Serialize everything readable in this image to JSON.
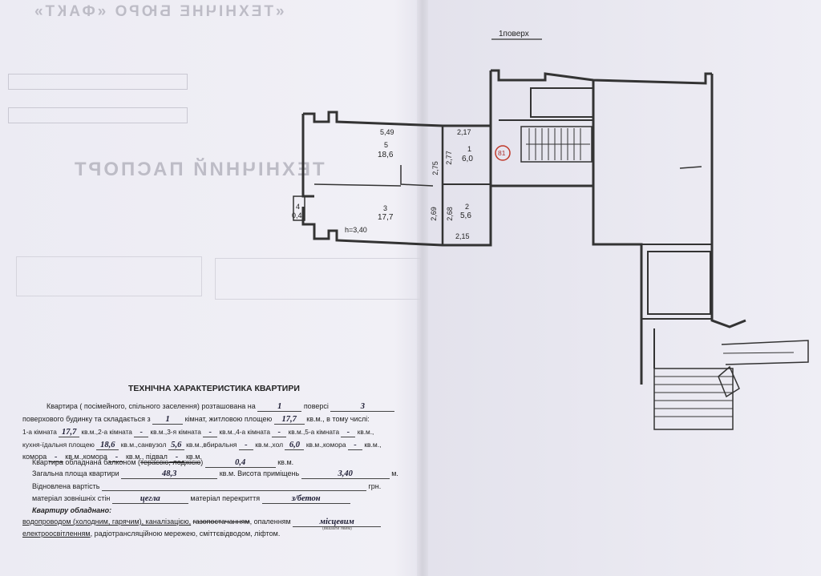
{
  "bleed": {
    "bureau_name": "«ТЕХНІЧНЕ БЮРО «ФАКТ»",
    "passport_title": "ТЕХНІЧНИЙ ПАСПОРТ"
  },
  "plan": {
    "floor_label": "1поверх",
    "rooms": [
      {
        "no": "5",
        "area": "18,6"
      },
      {
        "no": "1",
        "area": "6,0"
      },
      {
        "no": "3",
        "area": "17,7"
      },
      {
        "no": "2",
        "area": "5,6"
      },
      {
        "no": "4",
        "area": "0,4"
      }
    ],
    "dimensions": [
      "5,49",
      "2,17",
      "2,75",
      "2,77",
      "2,69",
      "2,68",
      "2,15"
    ],
    "height": "h=3,40",
    "apartment_no": "81"
  },
  "spec": {
    "title": "ТЕХНІЧНА ХАРАКТЕРИСТИКА  КВАРТИРИ",
    "line1_a": "Квартира ( посімейного, спільного заселення) розташована на",
    "floor_value": "1",
    "line1_b": "поверсі",
    "storeys_value": "3",
    "line2_a": "поверхового будинку та складається з",
    "rooms_count": "1",
    "line2_b": "кімнат, житловою площею",
    "living_area": "17,7",
    "line2_c": "кв.м., в тому числі:",
    "line3_a": "1-а кімната",
    "room1": "17,7",
    "line3_b": "кв.м.,2-а кімната",
    "room2": "-",
    "line3_c": "кв.м.,3-я кімната",
    "room3": "-",
    "line3_d": "кв.м.,4-а кімната",
    "room4": "-",
    "line3_e": "кв.м.,5-а кімната",
    "room5": "-",
    "line3_f": "кв.м.,",
    "line4_a": "кухня-їдальня площею",
    "kitchen": "18,6",
    "line4_b": "кв.м.,санвузол",
    "bathroom": "5,6",
    "line4_c": "кв.м.,вбиральня",
    "toilet": "-",
    "line4_d": "кв.м.,хол",
    "hall": "6,0",
    "line4_e": "кв.м.,комора",
    "storage1": "-",
    "line4_f": "кв.м.,",
    "line5_a": "комора",
    "storage2": "-",
    "line5_b": "кв.м.,комора",
    "storage3": "-",
    "line5_c": "кв.м., підвал",
    "basement": "-",
    "line5_d": "кв.м.",
    "line6_a": "Квартира обладнана балконом (",
    "line6_strike": "терасою, лоджією",
    "line6_b": ")",
    "balcony": "0,4",
    "line6_c": "кв.м.",
    "line7_a": "Загальна площа квартири",
    "total_area": "48,3",
    "line7_b": "кв.м. Висота приміщень",
    "room_height": "3,40",
    "line7_c": "м.",
    "line8_a": "Відновлена вартість",
    "line8_b": "грн.",
    "line9_a": "матеріал зовнішніх стін",
    "walls": "цегла",
    "line9_b": "матеріал перекриття",
    "ceiling": "з/бетон",
    "equip_title": "Квартиру обладнано:",
    "equip1": "водопроводом (холодним, гарячим), каналізацією,",
    "equip_strike": "газопостачанням",
    "equip2": ", опаленням",
    "heating": "місцевим",
    "heating_sub": "(вказати яким)",
    "equip3": "електроосвітленням",
    "equip4": ", радіотрансляційною мережею, сміттєвідводом, ліфтом."
  },
  "colors": {
    "paper": "#ecebf3",
    "line": "#3a3a3a",
    "circle": "#c0392b"
  }
}
